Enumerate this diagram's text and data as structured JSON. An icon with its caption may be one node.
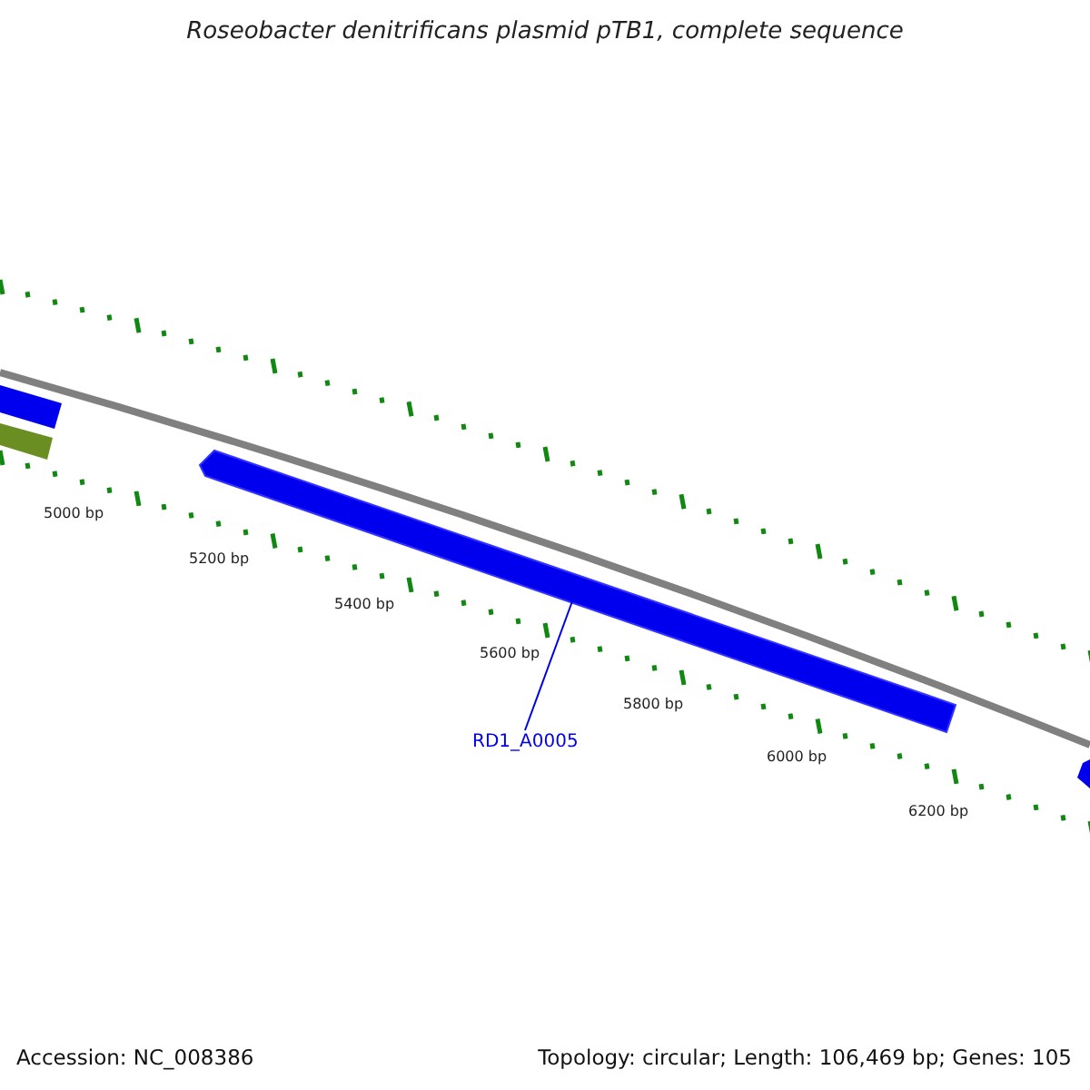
{
  "diagram": {
    "title": "Roseobacter denitrificans plasmid pTB1, complete sequence",
    "nodes": [
      {
        "text": [
          "RD1_A0005"
        ]
      },
      {
        "text": [],
        "shape": "bar"
      }
    ],
    "edges": [
      {
        "from": 0,
        "to": 1,
        "arrow": "none"
      }
    ],
    "labels": [
      "5000 bp",
      "5200 bp",
      "5400 bp",
      "5600 bp",
      "5800 bp",
      "6000 bp",
      "6200 bp",
      "Accession: NC_008386",
      "Topology: circular; Length: 106,469 bp; Genes: 105"
    ]
  }
}
